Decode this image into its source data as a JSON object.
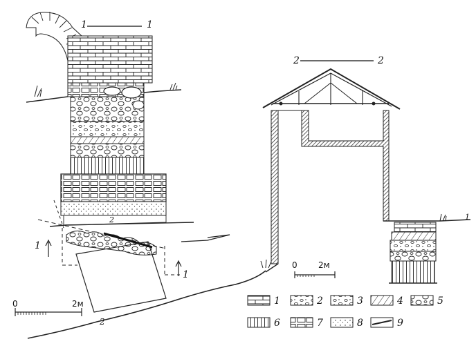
{
  "sections": {
    "left": {
      "label_start": "1",
      "label_end": "1"
    },
    "right": {
      "label_start": "2",
      "label_end": "2"
    }
  },
  "markers": {
    "left_small_2": "2",
    "left_bottom_2": "2",
    "arrow_1a": "1",
    "arrow_1b": "1",
    "right_edge_1": "1"
  },
  "scale_left": {
    "zero": "0",
    "value": "2м"
  },
  "scale_right": {
    "zero": "0",
    "value": "2м"
  },
  "legend": [
    {
      "num": "1",
      "pattern": "bricks-small"
    },
    {
      "num": "2",
      "pattern": "stones-loose"
    },
    {
      "num": "3",
      "pattern": "pebbles"
    },
    {
      "num": "4",
      "pattern": "diagonal-hatch"
    },
    {
      "num": "5",
      "pattern": "cobbles"
    },
    {
      "num": "6",
      "pattern": "vertical-lines"
    },
    {
      "num": "7",
      "pattern": "masonry"
    },
    {
      "num": "8",
      "pattern": "dotted"
    },
    {
      "num": "9",
      "pattern": "slope-line"
    }
  ]
}
